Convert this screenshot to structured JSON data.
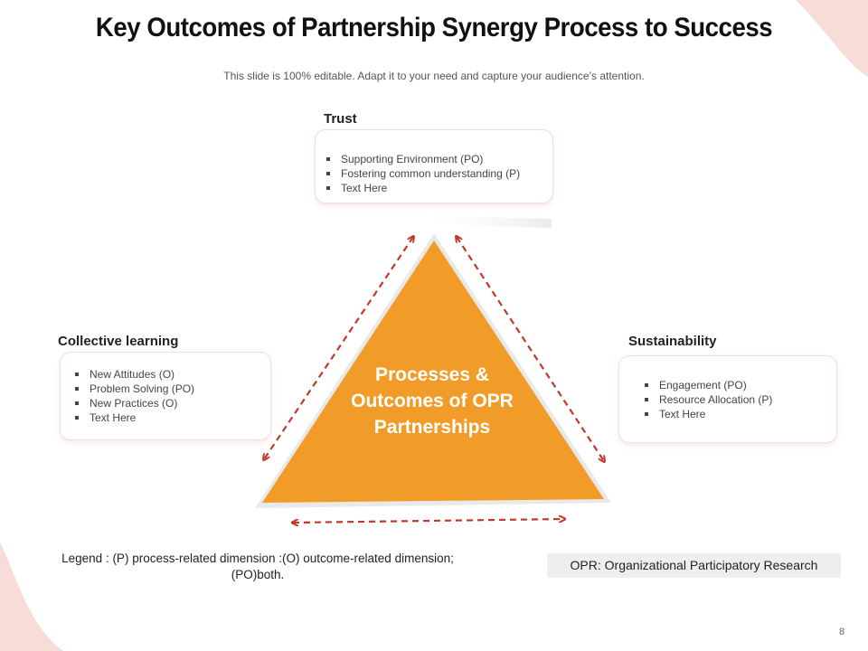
{
  "title": "Key Outcomes of Partnership Synergy Process to Success",
  "subtitle": "This slide is 100% editable. Adapt it to your need and capture your audience’s attention.",
  "trust": {
    "heading": "Trust",
    "items": [
      "Supporting Environment (PO)",
      "Fostering common understanding (P)",
      " Text Here"
    ]
  },
  "collective_learning": {
    "heading": "Collective learning",
    "items": [
      "New Attitudes (O)",
      "Problem Solving (PO)",
      "New Practices (O)",
      "Text Here"
    ]
  },
  "sustainability": {
    "heading": "Sustainability",
    "items": [
      "Engagement (PO)",
      "Resource Allocation (P)",
      " Text Here"
    ]
  },
  "center": {
    "line1": "Processes &",
    "line2": "Outcomes of OPR",
    "line3": "Partnerships"
  },
  "legend": {
    "line1": "Legend : (P) process-related dimension :(O) outcome-related dimension;",
    "line2": "(PO)both."
  },
  "opr_note": "OPR: Organizational Participatory Research",
  "page_number": "8",
  "colors": {
    "triangle": "#f19c28",
    "arrow": "#c0392b",
    "decor": "#f8dcd8"
  }
}
